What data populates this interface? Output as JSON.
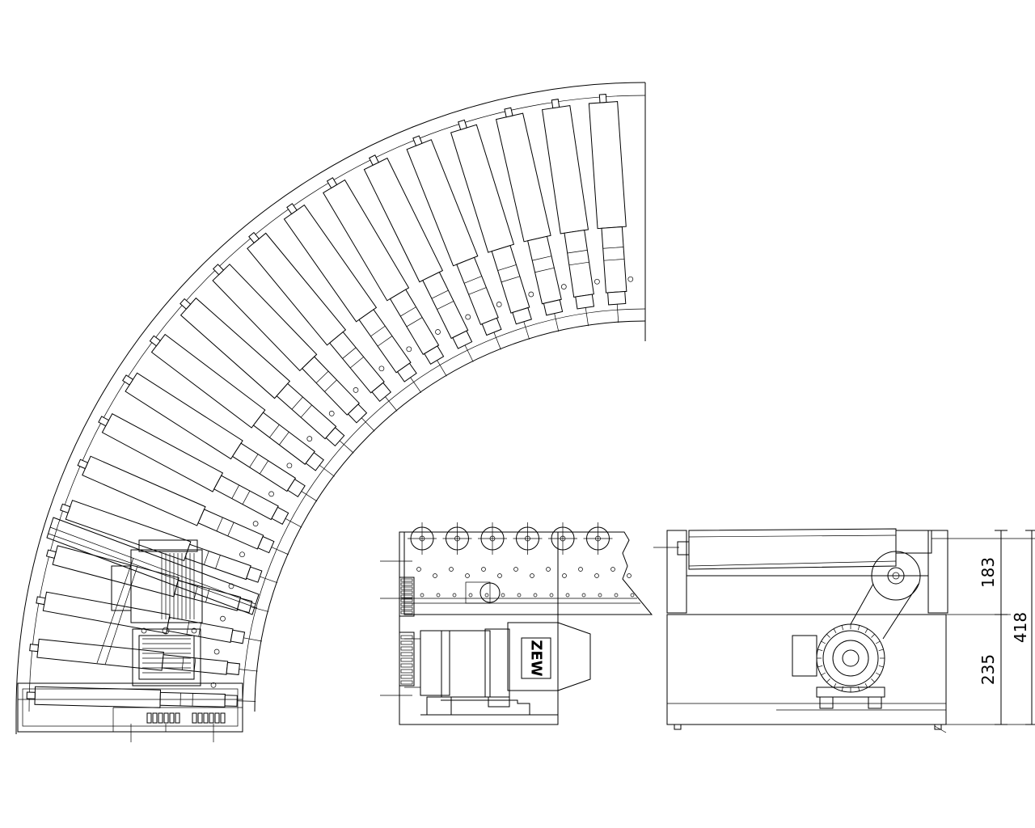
{
  "drawing": {
    "dimensions": {
      "upper": "183",
      "lower": "235",
      "total": "418"
    },
    "motor_label": "ZEW"
  }
}
